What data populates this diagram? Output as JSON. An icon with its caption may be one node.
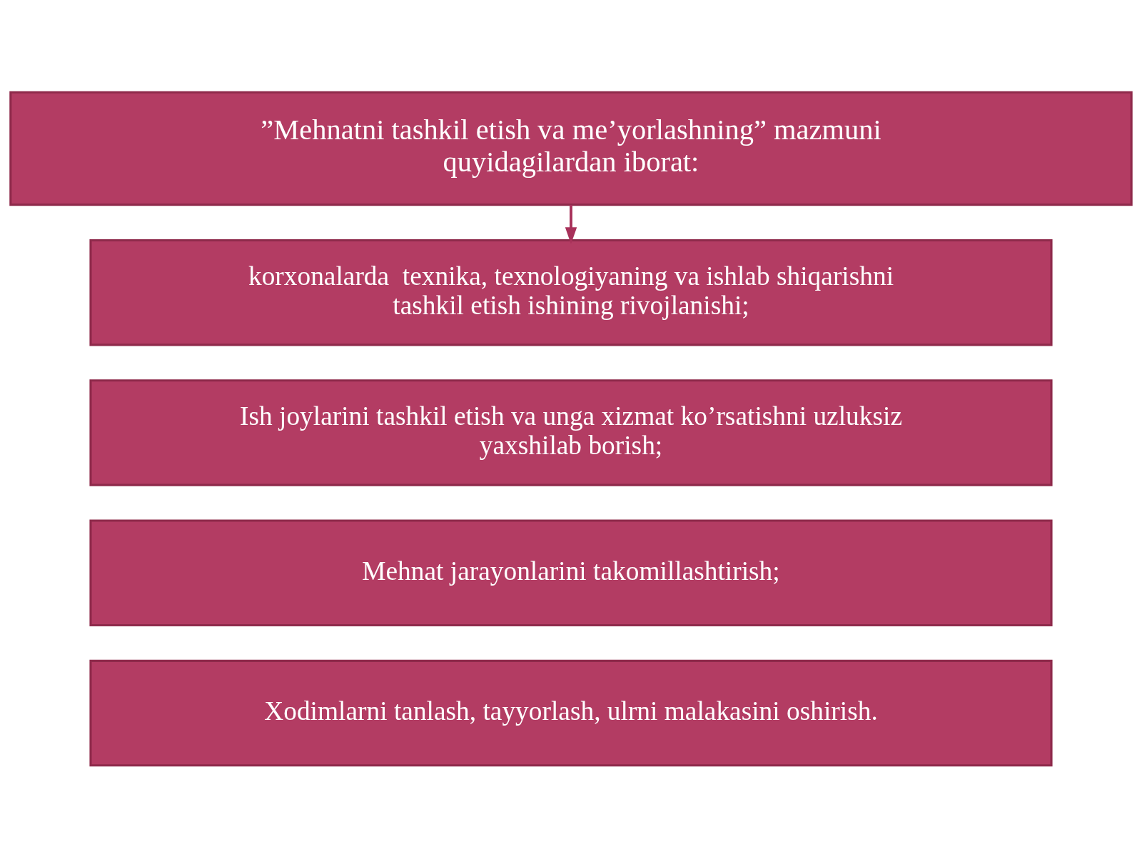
{
  "diagram": {
    "nodes": [
      {
        "text": [
          "”Mehnatni tashkil etish va me’yorlashning” mazmuni quyidagilardan iborat:"
        ]
      },
      {
        "text": [
          "korxonalarda  texnika, texnologiyaning va ishlab shiqarishni tashkil etish ishining rivojlanishi;"
        ]
      },
      {
        "text": [
          "Ish joylarini tashkil etish va unga xizmat ko’rsatishni uzluksiz yaxshilab borish;"
        ]
      },
      {
        "text": [
          "Mehnat jarayonlarini takomillashtirish;"
        ]
      },
      {
        "text": [
          "Xodimlarni tanlash, tayyorlash, ulrni malakasini oshirish."
        ]
      }
    ],
    "edges": [
      {
        "from": 0,
        "to": 1,
        "arrow": "to"
      }
    ]
  }
}
